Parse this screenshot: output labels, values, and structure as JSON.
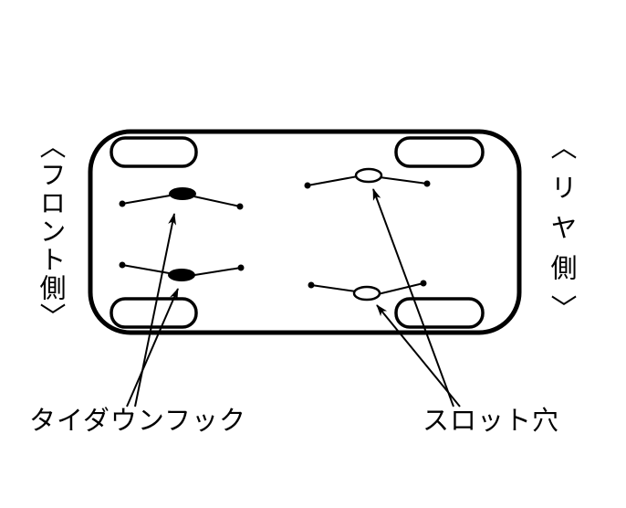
{
  "labels": {
    "front_side": "〈フロント側〉",
    "rear_side": "〈リヤ側〉",
    "tie_down_hook": "タイダウンフック",
    "slot_hole": "スロット穴"
  },
  "colors": {
    "line": "#000000",
    "background": "#ffffff"
  },
  "figure": {
    "tie_down_hook_count": 2,
    "slot_hole_count": 2,
    "wheel_count": 4
  }
}
